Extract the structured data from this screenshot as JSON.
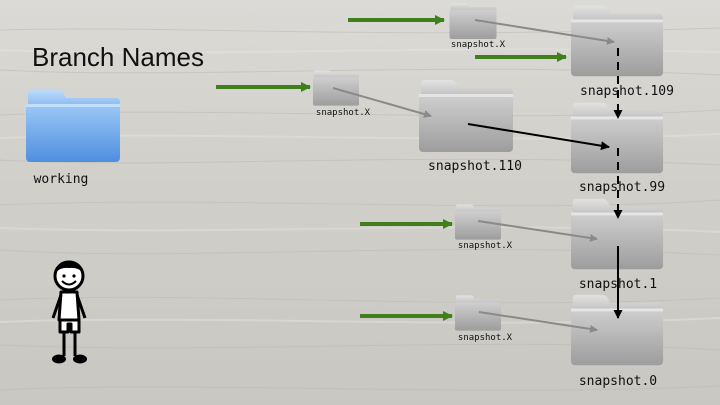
{
  "slide": {
    "title": "Branch Names"
  },
  "folders": {
    "working": {
      "label": "working",
      "color": "blue",
      "icon": "folder-icon"
    },
    "snapshot_110": {
      "label": "snapshot.110"
    },
    "snapshot_109": {
      "label": "snapshot.109"
    },
    "snapshot_99": {
      "label": "snapshot.99"
    },
    "snapshot_1": {
      "label": "snapshot.1"
    },
    "snapshot_0": {
      "label": "snapshot.0"
    },
    "branch_top": {
      "label": "snapshot.X"
    },
    "branch_mid": {
      "label": "snapshot.X"
    },
    "branch_lower": {
      "label": "snapshot.X"
    },
    "branch_bottom": {
      "label": "snapshot.X"
    }
  },
  "colors": {
    "green_arrow": "#3f7f1c",
    "gray_link": "#8a8a8a",
    "black_link": "#000000",
    "folder_gray": "#b7b7b7",
    "folder_blue": "#6aa6ec"
  },
  "person": {
    "icon": "stick-figure-icon"
  }
}
